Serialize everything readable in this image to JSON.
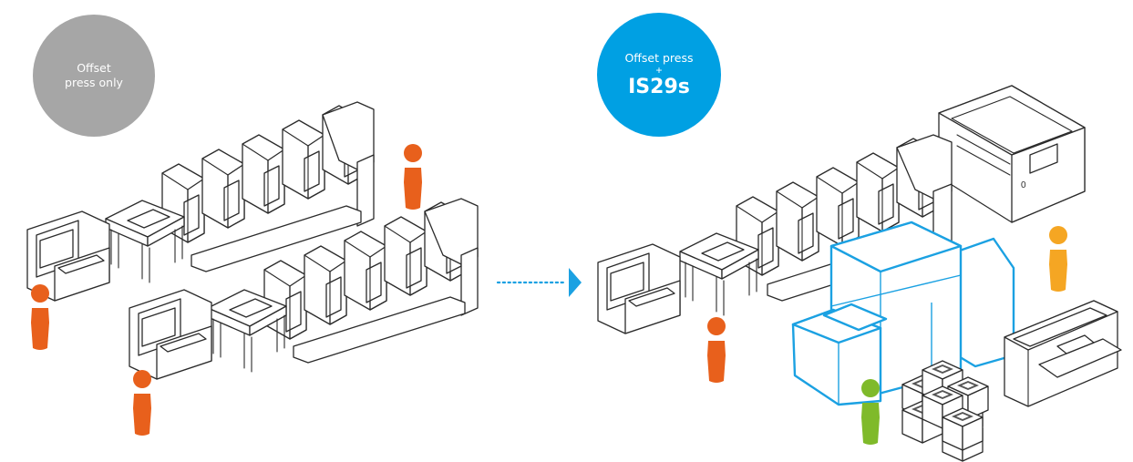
{
  "colors": {
    "badge_left": "#a6a6a6",
    "badge_right": "#00a0e3",
    "accent_blue": "#1ba1e2",
    "operator_orange": "#e8601c",
    "operator_yellow": "#f5a623",
    "operator_green": "#7fba2a",
    "line": "#2b2b2b"
  },
  "left_badge": {
    "line1": "Offset",
    "line2": "press only"
  },
  "right_badge": {
    "line1": "Offset press",
    "line2": "+",
    "line3": "IS29s"
  },
  "machine_label": "0"
}
